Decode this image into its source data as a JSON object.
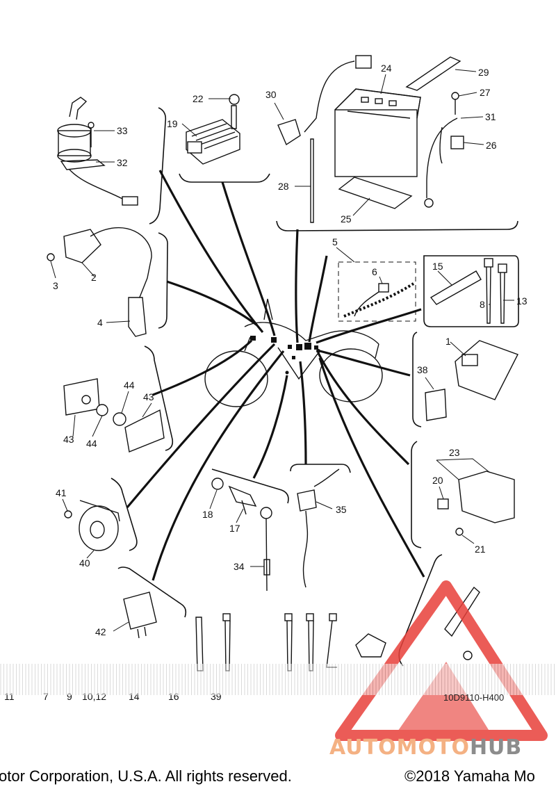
{
  "diagram": {
    "drawing_code": "10D9110-H400",
    "part_labels": [
      "1",
      "2",
      "3",
      "4",
      "5",
      "6",
      "8",
      "13",
      "15",
      "17",
      "18",
      "19",
      "20",
      "21",
      "22",
      "23",
      "24",
      "25",
      "26",
      "27",
      "28",
      "29",
      "30",
      "31",
      "32",
      "33",
      "34",
      "35",
      "38",
      "40",
      "41",
      "42",
      "43",
      "43",
      "44",
      "44"
    ],
    "bottom_labels": [
      "11",
      "7",
      "9",
      "10,12",
      "14",
      "16",
      "39"
    ]
  },
  "watermark": {
    "brand_part1": "AUTOMOTO",
    "brand_part2": "HUB",
    "color_primary": "#e8403a",
    "color_secondary": "#8c8c8c"
  },
  "footer": {
    "copyright_left": "otor Corporation, U.S.A. All rights reserved.",
    "copyright_right": "©2018 Yamaha Mo"
  }
}
